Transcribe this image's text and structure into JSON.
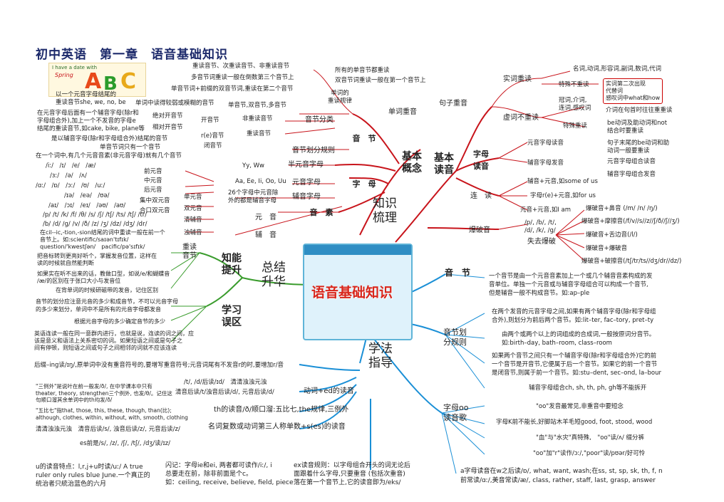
{
  "title": "初中英语　第一章　语音基础知识",
  "logo": {
    "text1": "I have a date with",
    "text2": "Spring",
    "letters": [
      "A",
      "B",
      "C"
    ]
  },
  "center": {
    "label": "语音基础知识"
  },
  "hubs": {
    "knowledge": "知识\n梳理",
    "summary": "总结\n升华",
    "method": "学法\n指导"
  },
  "left_top": {
    "concept": "基本\n概念",
    "syllable": "音　节",
    "letter": "字　母",
    "element": "音　素",
    "vowel": "元　音",
    "consonant": "辅　音",
    "items": {
      "stress_word": "单词重音",
      "stress_rule": "单词的\n重读规律",
      "all_stress": "所有的单音节都重读",
      "double_stress": "双音节词重读一般在第一个音节上",
      "stress_types": "重读音节、次重读音节、非重读音节",
      "multi_stress": "多音节词重读一般在倒数第三个音节上",
      "multi_prefix": "单音节词+前缀的双音节词,重读在第二个音节",
      "syllable_class": "音节分类",
      "single": "单音节,双音节,多音节",
      "unstressed": "非重读音节",
      "stressed": "重读音节",
      "single_def": "以一个元音字母结尾的\n重读音节she, we, no, be",
      "single_vowel": "单词中读得较弱或模糊的音节",
      "open_def": "在元音字母后面有一个辅音字母(除r和\n字母组合外),加上一个不发音的字母e\n结尾的重读音节,如cake, bike, plane等",
      "abs_open": "绝对开音节",
      "rel_open": "相对开音节",
      "open": "开音节",
      "re": "r(e)音节",
      "closed": "闭音节",
      "closed_def": "是以辅音字母(除r和字母组合外)结尾的音节",
      "division": "音节划分规则",
      "div_1": "单音节词只有一个音节",
      "div_2": "在一个词中,有几个元音音素(非元音字母)就有几个音节",
      "half_vowel": "半元音字母",
      "yw": "Yy, Ww",
      "vowel_letter": "元音字母",
      "aeiou": "Aa, Ee, Ii, Oo, Uu",
      "cons_letter": "辅音字母",
      "cons_def": "26个字母中元音除\n外的都是辅音字母",
      "front": "前元音",
      "middle": "中元音",
      "back": "后元音",
      "monoph": "单元音",
      "centering": "集中双元音",
      "closing": "合口双元音",
      "diph": "双元音",
      "voiceless": "清辅音",
      "voiced": "浊辅音",
      "ph_front": "/iː/　/ɪ/　/e/　/æ/",
      "ph_mid": "/ɜː/　/ə/　/ʌ/",
      "ph_back": "/ɑː/　/ɒ/　/ɔː/　/ʊ/　/uː/",
      "ph_center": "/ɪə/　/eə/　/ʊə/",
      "ph_close": "/aɪ/　/ɔɪ/　/eɪ/　/əʊ/　/aʊ/",
      "ph_vl": "/p/ /t/ /k/ /f/ /θ/ /s/ /ʃ/ /tʃ/ /ts/ /tʃ/ /tr/",
      "ph_vd": "/b/ /d/ /g/ /v/ /ð/ /z/ /ʒ/ /dz/ /dʒ/ /dr/",
      "tion_note": "在cil--ic,-tion,-sion结尾的词中重读一般在前一个\n音节上。如:scientific/saɪən'tɪfɪk/\nquestion/'kwestʃən/　pacific/pə'sɪfɪk/"
    }
  },
  "left_bottom": {
    "improve": "知能\n提升",
    "mistakes": "学习\n误区",
    "key_syllable": "重读\n音节",
    "note1": "把音标转到更亮好听个，掌握发音位置，这样在\n读的时候就自然能判断",
    "note2": "如果实在听不出来的话，教做口型，如说/e/和蝴蝶音\n/æ/的区别在于张口大小与发音位",
    "note3": "在背单词的时候研磁带的发音，记住区别",
    "note4": "音节的划分应注意元音的多少和成音节，不可以元音字母\n的多少来划分，单词中不是所有的元音字母都发音",
    "note5": "根据元音字母的多少确定音节的多少",
    "note6": "英语连读一般在同一意群内进行，也就是说，连读的词之间，应\n该是意义和语法上关系密切的词。如果短语之间或是句子之\n间有停顿，则短语之间或句子之间相邻的词就不应该连读"
  },
  "right_top": {
    "basic_reading": "基本\n读音",
    "sentence_stress": "句子重音",
    "real_stress": "实词重读",
    "real_list": "名词,动词,形容词,副词,数词,代词",
    "special_stress": "特殊不重读",
    "special_box": "实词第二次出现\n代替词\n感叹词中what和how",
    "func": "虚词不重读",
    "func_list": "冠词,介词,\n连词,感叹词",
    "prep_end": "介词在句首时往往重重读",
    "special_read": "特殊重读",
    "be_aux": "be动词及助动词和not\n结合时要重读",
    "end_be": "句子末尾的be动词和助\n动词一般要重读",
    "letter_reading": "字母\n读音",
    "vowel_read": "元音字母读音",
    "cons_read": "辅音字母发音",
    "vowel_combo": "元音字母组合读音",
    "cons_combo": "辅音字母组合发音",
    "liaison": "连　读",
    "liaison1": "辅音+元音,如some of us",
    "liaison2": "字母r(e)+元音,如for us",
    "liaison3": "元音+元音,如I am",
    "plosive": "爆破音",
    "plosives": "/p/, /b/, /t/,\n/d/, /k/, /g/",
    "lose": "失去爆破",
    "p1": "爆破音+鼻音 (/m/ /n/ /ŋ/)",
    "p2": "爆破音+摩擦音(/f/v//s//z//ʃ/ð//ʃ//ʒ/)",
    "p3": "爆破音+舌边音(/l/)",
    "p4": "爆破音+爆破音",
    "p5": "爆破音+破擦音(/tʃ/tr/ts//dʒ/dr//dz/)"
  },
  "right_bottom": {
    "syllable": "音　节",
    "syllable_def": "一个音节是由一个元音音素加上一个或几个辅音音素构成的发\n音单位。单独一个元音或与辅音字母组合可以构成一个音节,\n但是辅音一般不构成音节。如:ap–ple",
    "division": "音节划\n分规则",
    "div1": "在两个发音的元音字母之间,如果有两个辅音字母(除r和字母组\n合外),则划分为前后两个音节。如:lit–ter, fac–tory, pret–ty",
    "div2": "由两个或两个以上的词组成的合成词,一般按原词分音节。\n如:birth–day, bath–room, class–room",
    "div3": "如果两个音节之间只有一个辅音字母(除r和字母组合外)它的前\n一个音节是开音节,它便属于后一个音节。如果它的前一个音节\n是闭音节,则属于前一个音节。如:stu–dent, sec–ond, la–bour",
    "div4": "辅音字母组合ch, sh, th, ph, gh等不能拆开",
    "oo": "字母oo\n读音歌",
    "oo1": "\"oo\"发音最常见,非重音中要短念",
    "oo2": "字母K前不能长,好脚站木羊毛短good, foot, stood, wood",
    "oo3": "\"血\"与\"水灾\"真特殊,　\"oo\"读/ʌ/ 缀分裤",
    "oo4": "\"oo\"加\"r\"读作/ɔː/,\"poor\"读/pʊər/好可怜",
    "a_rule": "a字母读音在w之后读/ɒ/, what, want, wash;在ss, st, sp, sk, th, f, n\n前常读/ɑː/,美音常读/æ/, class, rather, staff, last, grasp, answer"
  },
  "bottom": {
    "ing": "后缀–ing读/ɪŋ/,原单词中没有重音符号的,要增写重音符号;元音词尾有不发音r的时,要增加r/音",
    "ed": "动词+ed的读音",
    "ed1": "/t/, /d/后读/ɪd/　清清浊浊元浊",
    "ed2": "清音后读/t/浊音后读/d/, 元音后读/d/",
    "th": "th的读音/ð/顺口溜:五比七,the规律,三例外",
    "th_ex": "\"三例外\"是说叶在前一般发/ð/, 在中学课本中只有\ntheater, theory, strengthen三个例外, 也发/θ/。记住这\n句顺口溜其余单词中的th均发/ð/",
    "th_ex2": "\"五比七\"指that, those, this, these, though, than(比);\nalthough, clothes, within, without, with, smooth, clothing",
    "s": "名词复数或动词第三人称单数+s(es)的读音",
    "s1": "清清浊浊元浊　清音后读/s/, 浊音后读/z/, 元音后读/z/",
    "s2": "es前是/s/, /z/, /ʃ/, /tʃ/, /dʒ/读/ɪz/",
    "u": "u的读音特点：l,r,j+u时读/uː/ A true\nruler only  rules blue June.一个真正的\n统治者只統治蓝色的六月",
    "ie": "闪记：字母ie和ei, 两者都可读作/iː/, i\n总要走在前，除非前面是个c。\n如：ceiling, receive, believe, field, piece",
    "ex": "ex读音规则：以字母组合开头的词无论后\n面跟着什么字母,只要重音 (包括次重音)\n落在第一个音节上,它的读音即为/eks/"
  }
}
